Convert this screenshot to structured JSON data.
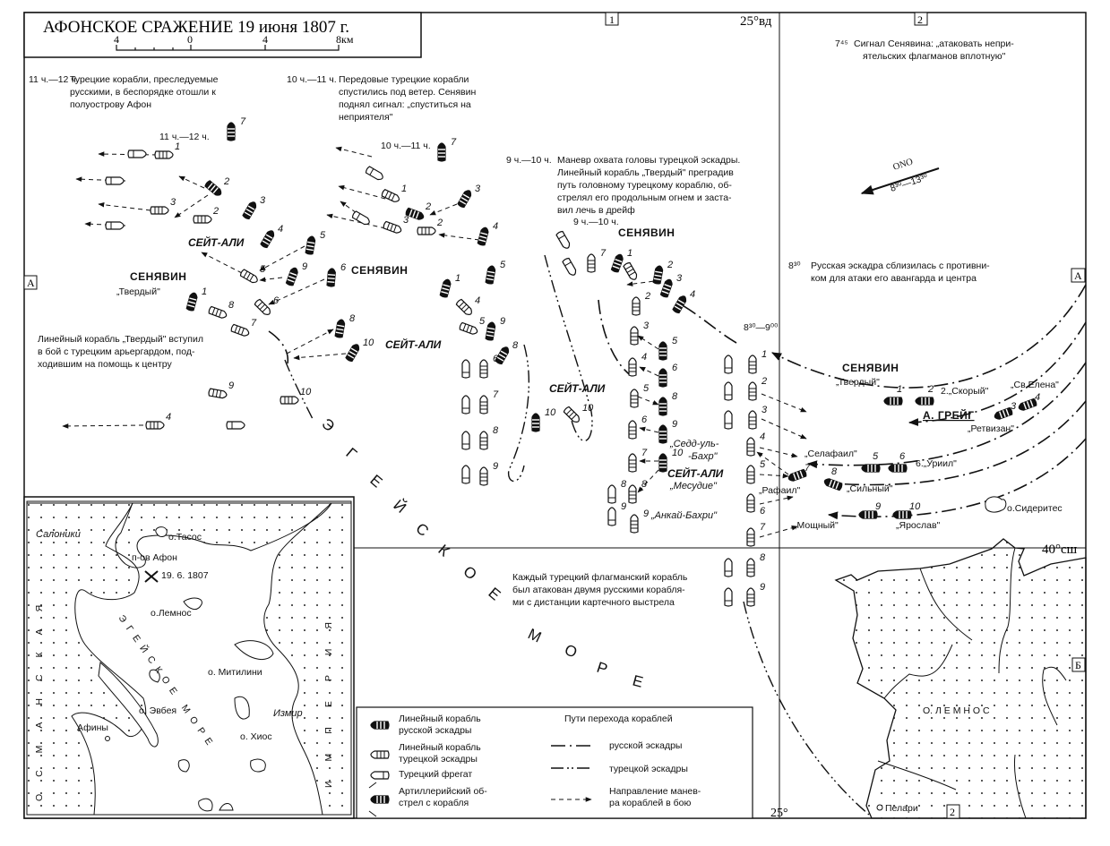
{
  "title": "АФОНСКОЕ СРАЖЕНИЕ 19 июня 1807 г.",
  "scale": {
    "ticks": [
      "4",
      "0",
      "4",
      "8км"
    ]
  },
  "grid": {
    "square_1": "1",
    "square_2_top": "2",
    "square_2_bottom": "2",
    "square_a_left": "А",
    "square_a_right": "А",
    "square_b": "Б",
    "lon_top": "25°вд",
    "lon_bottom": "25°",
    "lat": "40°сш"
  },
  "notes": {
    "n1112": {
      "time": "11 ч.—12 ч.",
      "lines": [
        "Турецкие корабли, преследуемые",
        "русскими, в беспорядке отошли к",
        "полуострову Афон"
      ]
    },
    "n1011": {
      "time": "10 ч.—11 ч.",
      "lines": [
        "Передовые  турецкие корабли",
        "спустились под ветер. Сенявин",
        "поднял сигнал: „спуститься на",
        "неприятеля\""
      ]
    },
    "n910": {
      "time": "9 ч.—10 ч.",
      "lines": [
        "Маневр охвата головы турецкой эскадры.",
        "Линейный корабль „Твердый\" преградив",
        "путь головному турецкому  кораблю, об-",
        "стрелял его продольным огнем и заста-",
        "вил лечь в дрейф"
      ]
    },
    "n745": {
      "time": "7⁴⁵",
      "lines": [
        "Сигнал Сенявина: „атаковать непри-",
        "ятельских  флагманов вплотную\""
      ]
    },
    "n830": {
      "time": "8³⁰",
      "lines": [
        "Русская эскадра сблизилась с противни-",
        "ком для атаки его авангарда и центра"
      ]
    },
    "tverdy": {
      "lines": [
        "Линейный корабль „Твердый\" вступил",
        "в бой с турецким арьергардом,  под-",
        "ходившим на помощь к центру"
      ]
    },
    "flagships": {
      "lines": [
        "Каждый турецкий флагманский корабль",
        "был атакован двумя русскими корабля-",
        "ми  с дистанции картечного выстрела"
      ]
    }
  },
  "wind": {
    "label": "ONO",
    "time": "8³⁰—13³⁰"
  },
  "labels": {
    "time_1112": "11 ч.—12 ч.",
    "time_1011": "10 ч.—11 ч.",
    "time_910": "9 ч.—10 ч.",
    "time_830": "8³⁰—9⁰⁰",
    "seit_ali_1": "СЕЙТ-АЛИ",
    "senyavin_1": "СЕНЯВИН",
    "tverdy_1": "„Твердый\"",
    "senyavin_2": "СЕНЯВИН",
    "seit_ali_2": "СЕЙТ-АЛИ",
    "senyavin_3": "СЕНЯВИН",
    "seit_ali_3": "СЕЙТ-АЛИ",
    "senyavin_4": "СЕНЯВИН",
    "tverdy_4": "„Твердый\"",
    "skory": "2.„Скорый\"",
    "sv_elena": "„Св.Елена\"",
    "greig": "А. ГРЕЙГ",
    "retvizan": "„Ретвизан\"",
    "selafail": "„Селафаил\"",
    "uriil": "6.„Уриил\"",
    "silny": "„Сильный\"",
    "rafail": "„Рафаил\"",
    "moshny": "„Мощный\"",
    "yaroslav": "„Ярослав\"",
    "sedd_1": "„Седд-уль-",
    "sedd_2": "-Бахр\"",
    "seit_ali_4": "СЕЙТ-АЛИ",
    "mesudie": "„Месудие\"",
    "ankai": "„Анкай-Бахри\"",
    "sideritis": "о.Сидеритес",
    "lemnos": "О. Л Е М Н О С",
    "pelari": "Пелари"
  },
  "sea_letters": [
    "Э",
    "Г",
    "Е",
    "Й",
    "С",
    "К",
    "О",
    "Е",
    "М",
    "О",
    "Р",
    "Е"
  ],
  "ships": {
    "g1112": [
      "1",
      "2",
      "3",
      "2",
      "3",
      "4",
      "5",
      "9",
      "6",
      "5",
      "6",
      "1",
      "8",
      "7",
      "8",
      "10",
      "9",
      "10",
      "4",
      "",
      "",
      "",
      "",
      "7"
    ],
    "g1011": [
      "",
      "",
      "1",
      "2",
      "3",
      "2",
      "3",
      "4",
      "5",
      "1",
      "4",
      "7",
      "9",
      "5",
      "8",
      "10",
      "10",
      "6",
      "7",
      "8",
      "9",
      "",
      "",
      "",
      ""
    ],
    "g910": [
      "",
      "",
      "7",
      "1",
      "2",
      "",
      "3",
      "4",
      "2",
      "3",
      "4",
      "5",
      "6",
      "7",
      "8",
      "9",
      "8",
      "9",
      "5",
      "6",
      "8",
      "9",
      "10"
    ],
    "g830t": [
      "1",
      "2",
      "3",
      "4",
      "5",
      "6",
      "7",
      "8",
      "9",
      "",
      "",
      "",
      "",
      ""
    ],
    "g830r": [
      "1",
      "2",
      "3",
      "4",
      "5",
      "6",
      "7",
      "8",
      "9",
      "10"
    ]
  },
  "legend": {
    "russian_line": [
      "Линейный  корабль",
      "русской эскадры"
    ],
    "turkish_line": [
      "Линейный корабль",
      "турецкой эскадры"
    ],
    "frigate": "Турецкий фрегат",
    "fire": [
      "Артиллерийский об-",
      "стрел с корабля"
    ],
    "routes_title": "Пути перехода кораблей",
    "route_russian": "русской эскадры",
    "route_turkish": "турецкой эскадры",
    "maneuver": [
      "Направление манев-",
      "ра кораблей в бою"
    ]
  },
  "inset": {
    "saloniki": "Салоники",
    "thasos": "о.Тасос",
    "athos": "п-ов Афон",
    "battle": "19. 6. 1807",
    "lemnos": "о.Лемнос",
    "aegean": "ЭГЕЙСКОЕ МОРЕ",
    "mytilene": "о. Митилини",
    "euboea": "о. Эвбея",
    "izmir": "Измир",
    "athens": "Афины",
    "chios": "о. Хиос",
    "ottoman": "ОСМАНСКАЯ",
    "empire": "ИМПЕРИЯ"
  },
  "colors": {
    "ink": "#111111",
    "paper": "#ffffff"
  }
}
